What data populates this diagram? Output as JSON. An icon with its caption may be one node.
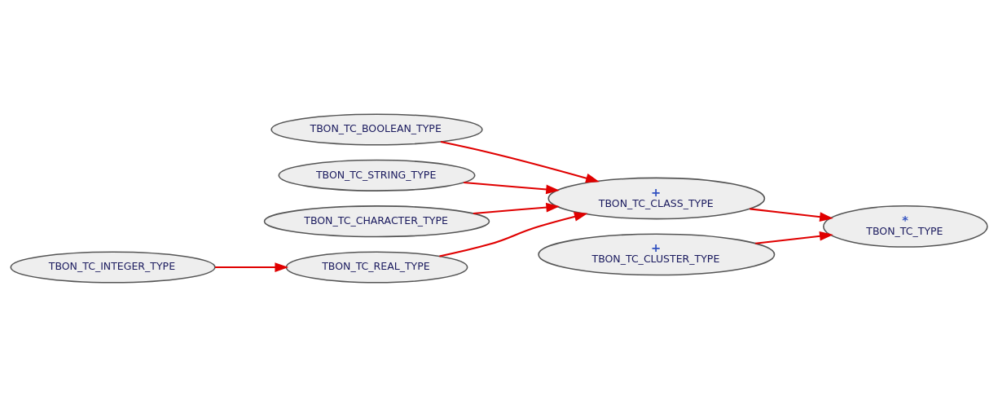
{
  "diagram": {
    "nodes": [
      {
        "text": [
          "TBON_TC_BOOLEAN_TYPE"
        ]
      },
      {
        "text": [
          "*",
          "TBON_TC_TYPE"
        ]
      },
      {
        "text": [
          "TBON_TC_STRING_TYPE"
        ]
      },
      {
        "text": [
          "+",
          "TBON_TC_CLASS_TYPE"
        ]
      },
      {
        "text": [
          "+",
          "TBON_TC_CLUSTER_TYPE"
        ]
      },
      {
        "text": [
          "TBON_TC_CHARACTER_TYPE"
        ]
      },
      {
        "text": [
          "TBON_TC_REAL_TYPE"
        ]
      },
      {
        "text": [
          "TBON_TC_INTEGER_TYPE"
        ]
      }
    ],
    "edges": [
      {
        "from": 0,
        "to": 3,
        "arrow": "to"
      },
      {
        "from": 2,
        "to": 3,
        "arrow": "to"
      },
      {
        "from": 5,
        "to": 3,
        "arrow": "to"
      },
      {
        "from": 6,
        "to": 3,
        "arrow": "to"
      },
      {
        "from": 7,
        "to": 6,
        "arrow": "to"
      },
      {
        "from": 3,
        "to": 1,
        "arrow": "to"
      },
      {
        "from": 4,
        "to": 1,
        "arrow": "to"
      }
    ]
  }
}
